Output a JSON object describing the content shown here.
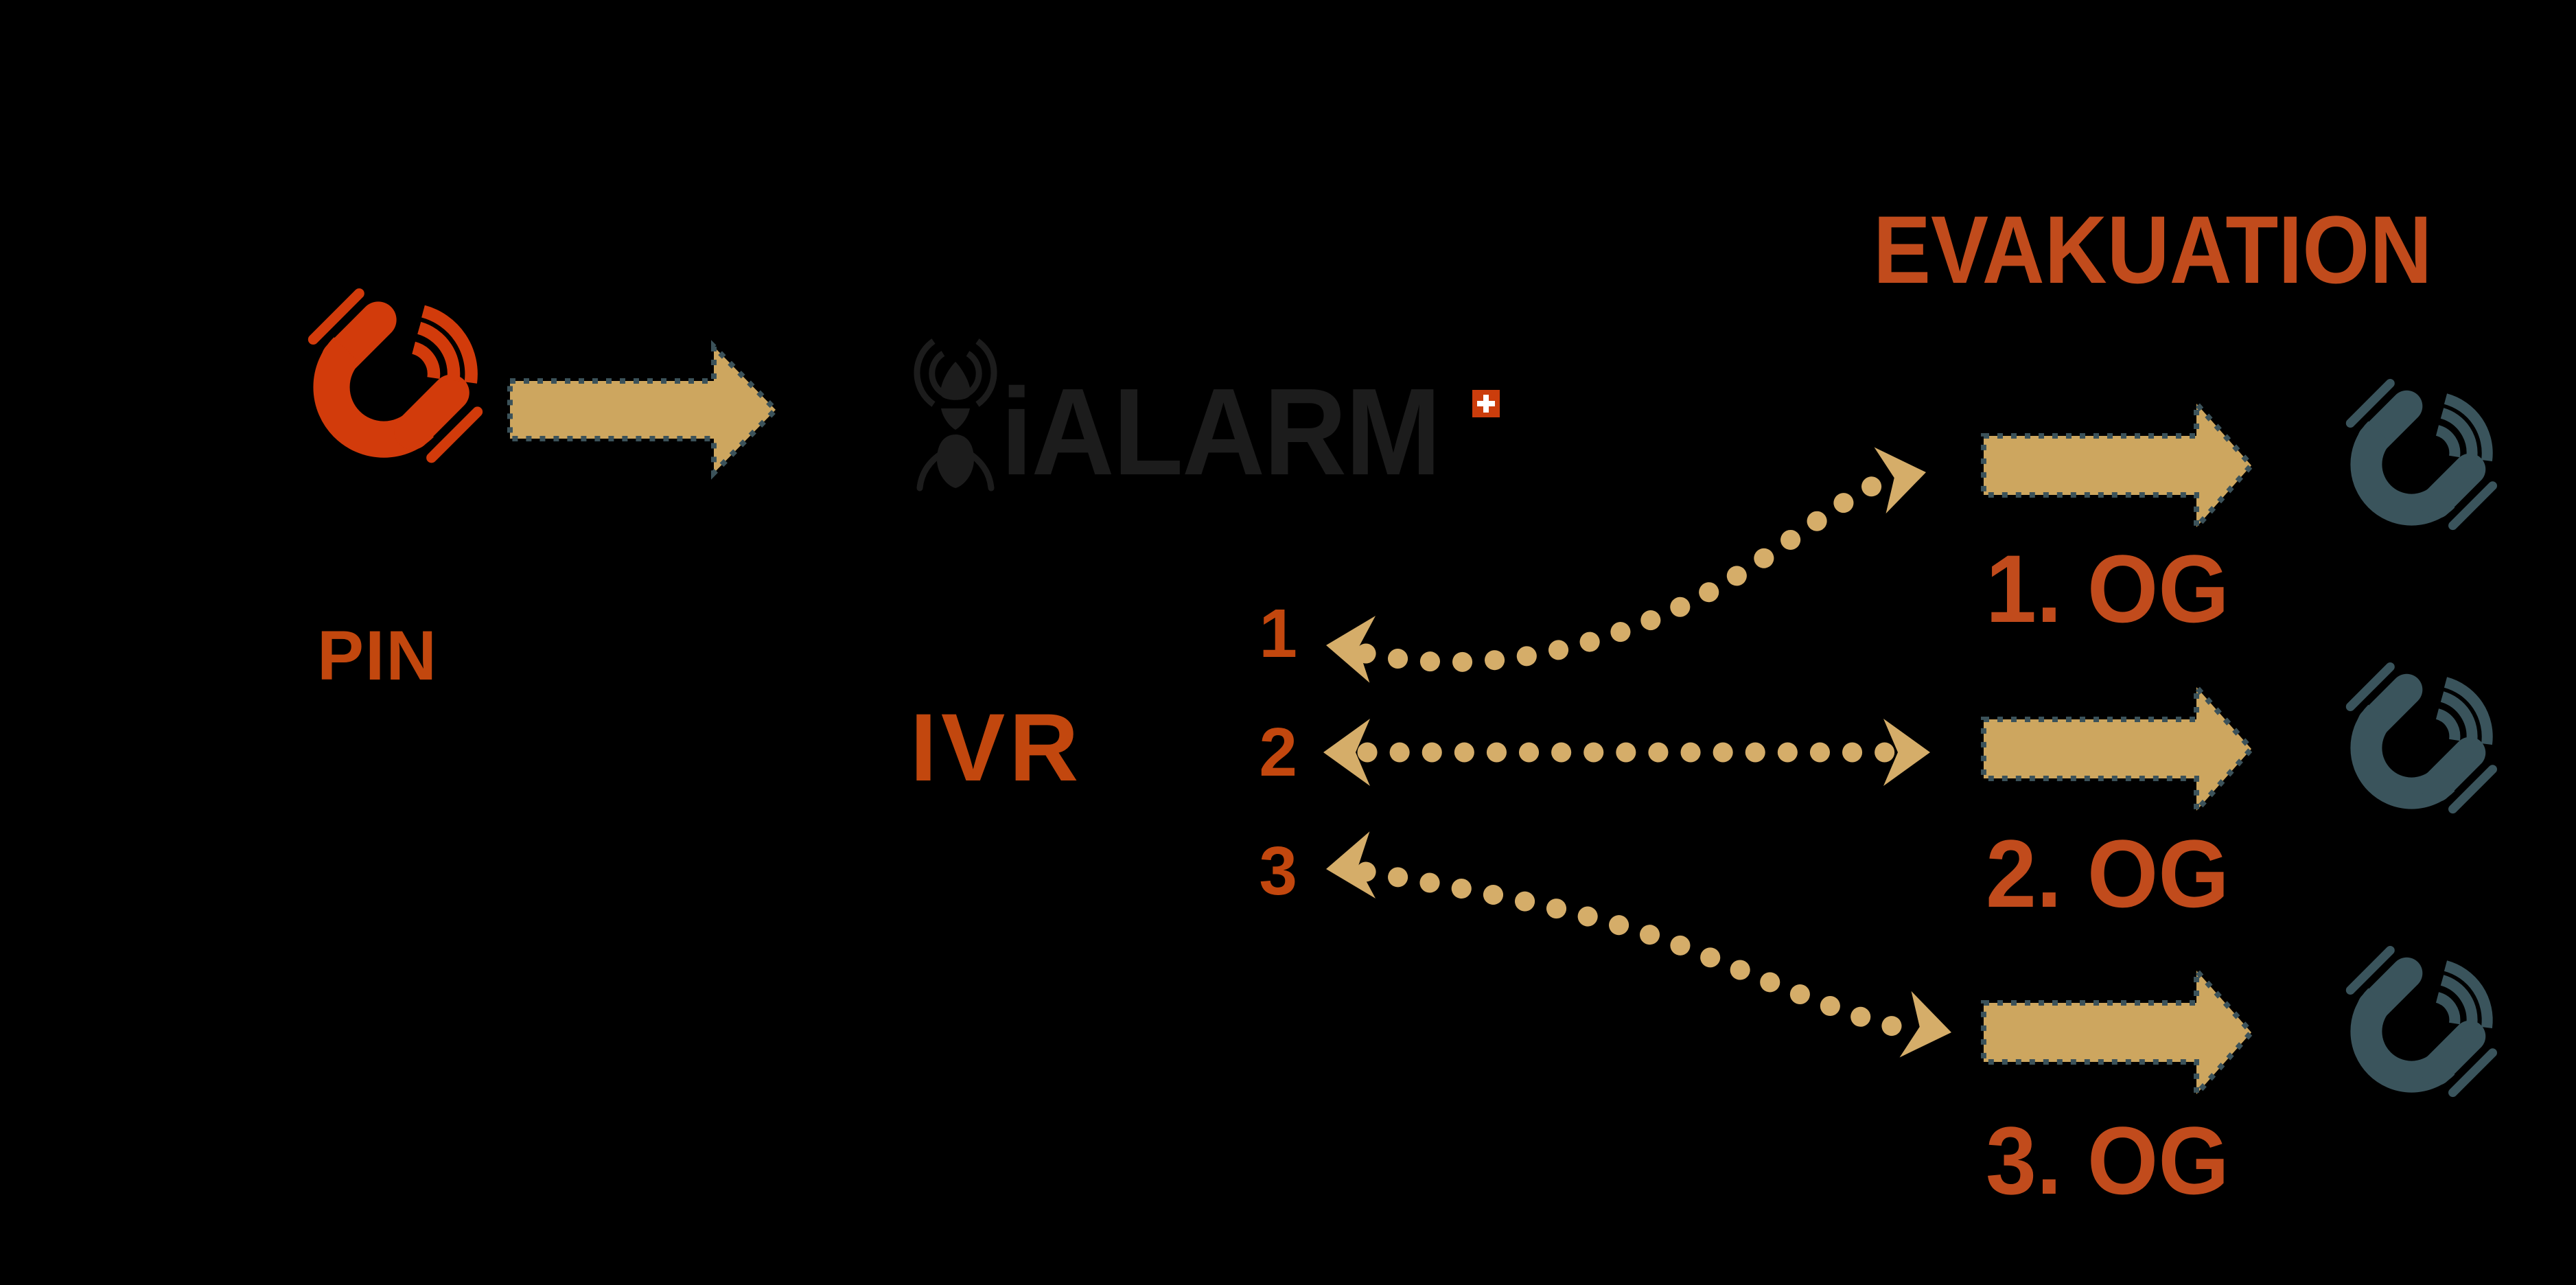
{
  "theme": {
    "background": "#000000",
    "accent_orange": "#C2470E",
    "title_orange": "#C14B1C",
    "red_phone": "#D23B0B",
    "teal_phone": "#3A545C",
    "arrow_tan": "#CDA65F",
    "dot_tan": "#D5AD69",
    "border_teal": "#3B525A",
    "logo_dark": "#1C1C1C",
    "swiss_red": "#CB3D0C"
  },
  "icons": {
    "caller": "phone-call-icon",
    "logo_mark": "ant-antenna-icon",
    "logo_badge": "swiss-cross-icon",
    "flow_arrow": "block-arrow-right-icon",
    "connector": "dotted-double-arrow-icon",
    "floor_phone": "phone-call-icon"
  },
  "caller": {
    "pin_label": "PIN"
  },
  "logo": {
    "text": "iALARM"
  },
  "ivr": {
    "label": "IVR",
    "options": [
      {
        "digit": "1"
      },
      {
        "digit": "2"
      },
      {
        "digit": "3"
      }
    ]
  },
  "evacuation": {
    "title": "EVAKUATION",
    "floors": [
      {
        "label": "1. OG"
      },
      {
        "label": "2. OG"
      },
      {
        "label": "3. OG"
      }
    ]
  }
}
